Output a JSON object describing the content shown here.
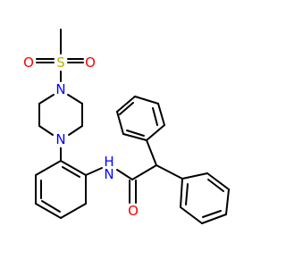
{
  "diagram": {
    "type": "chemical-structure",
    "atom_labels": [
      {
        "id": "S1",
        "text": "S",
        "color": "#b8b800"
      },
      {
        "id": "O1",
        "text": "O",
        "color": "#ff0000"
      },
      {
        "id": "O2",
        "text": "O",
        "color": "#ff0000"
      },
      {
        "id": "N1",
        "text": "N",
        "color": "#0000ff"
      },
      {
        "id": "N2",
        "text": "N",
        "color": "#0000ff"
      },
      {
        "id": "NH",
        "text": "N",
        "color": "#0000ff"
      },
      {
        "id": "H1",
        "text": "H",
        "color": "#0000ff"
      },
      {
        "id": "O3",
        "text": "O",
        "color": "#ff0000"
      }
    ],
    "colors": {
      "bond": "#000000",
      "nitrogen": "#0000ff",
      "oxygen": "#ff0000",
      "sulfur": "#b8b800"
    }
  }
}
